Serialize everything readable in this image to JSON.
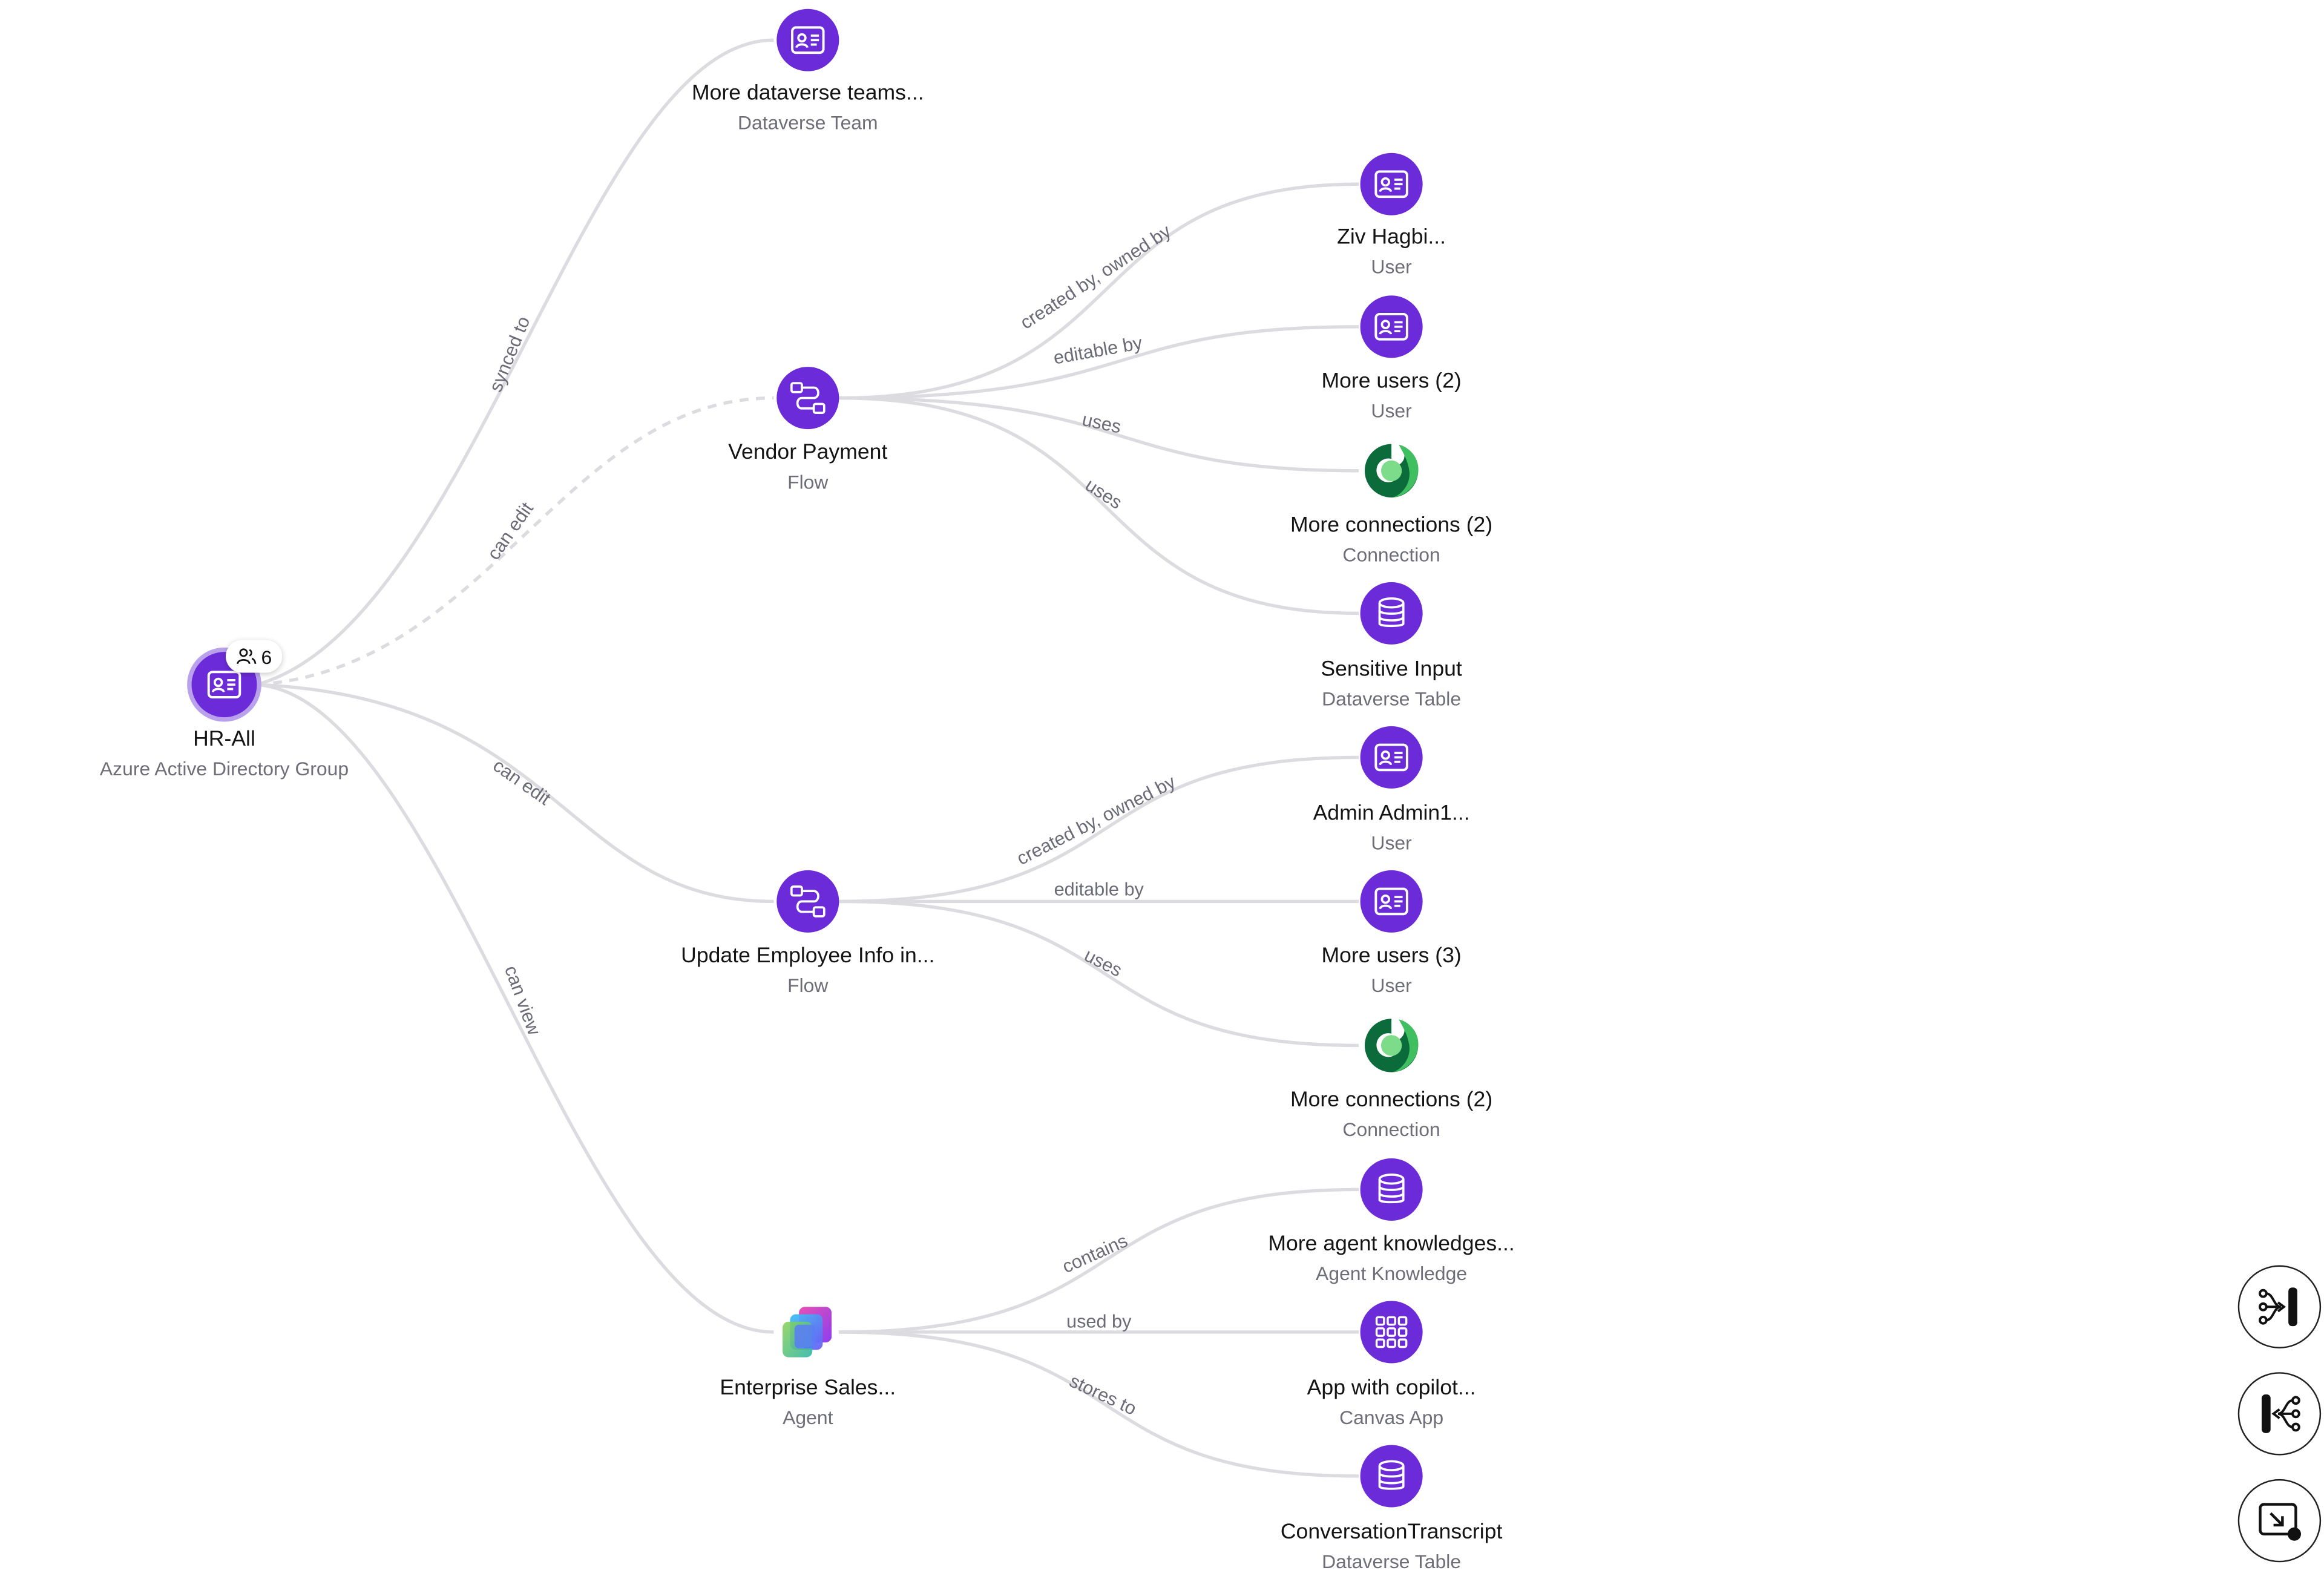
{
  "root": {
    "label": "HR-All",
    "sub": "Azure Active Directory Group",
    "badge_count": "6"
  },
  "nodes": {
    "more_teams": {
      "label": "More dataverse teams...",
      "sub": "Dataverse Team"
    },
    "vendor_payment": {
      "label": "Vendor Payment",
      "sub": "Flow"
    },
    "update_employee": {
      "label": "Update Employee Info in...",
      "sub": "Flow"
    },
    "enterprise_sales": {
      "label": "Enterprise Sales...",
      "sub": "Agent"
    },
    "ziv": {
      "label": "Ziv Hagbi...",
      "sub": "User"
    },
    "more_users_2": {
      "label": "More users (2)",
      "sub": "User"
    },
    "more_connections_a": {
      "label": "More connections (2)",
      "sub": "Connection"
    },
    "sensitive_input": {
      "label": "Sensitive Input",
      "sub": "Dataverse Table"
    },
    "admin": {
      "label": "Admin Admin1...",
      "sub": "User"
    },
    "more_users_3": {
      "label": "More users (3)",
      "sub": "User"
    },
    "more_connections_b": {
      "label": "More connections (2)",
      "sub": "Connection"
    },
    "agent_knowledge": {
      "label": "More agent knowledges...",
      "sub": "Agent Knowledge"
    },
    "app_copilot": {
      "label": "App with copilot...",
      "sub": "Canvas App"
    },
    "conversation": {
      "label": "ConversationTranscript",
      "sub": "Dataverse Table"
    }
  },
  "edge_labels": {
    "synced_to": "synced to",
    "can_edit_a": "can edit",
    "can_edit_b": "can edit",
    "can_view": "can view",
    "created_owned_a": "created by, owned by",
    "editable_by_a": "editable by",
    "uses_a1": "uses",
    "uses_a2": "uses",
    "created_owned_b": "created by, owned by",
    "editable_by_b": "editable by",
    "uses_b": "uses",
    "contains": "contains",
    "used_by": "used by",
    "stores_to": "stores to"
  },
  "colors": {
    "node_purple": "#6c2bd9",
    "edge": "#dcdbe0",
    "ring": "#b9a1ec",
    "connection_dark": "#0b6b3a",
    "connection_light": "#3fbf5f"
  },
  "icons": {
    "group": "id-card-icon",
    "user": "id-card-icon",
    "team": "id-card-icon",
    "flow": "flow-icon",
    "table": "database-icon",
    "connection": "dataverse-connection-icon",
    "agent": "copilot-agent-icon",
    "app": "grid-app-icon",
    "people": "people-icon"
  },
  "controls": {
    "layout_right": "layout-right-icon",
    "layout_tree": "layout-tree-icon",
    "fit_view": "fit-view-icon"
  }
}
